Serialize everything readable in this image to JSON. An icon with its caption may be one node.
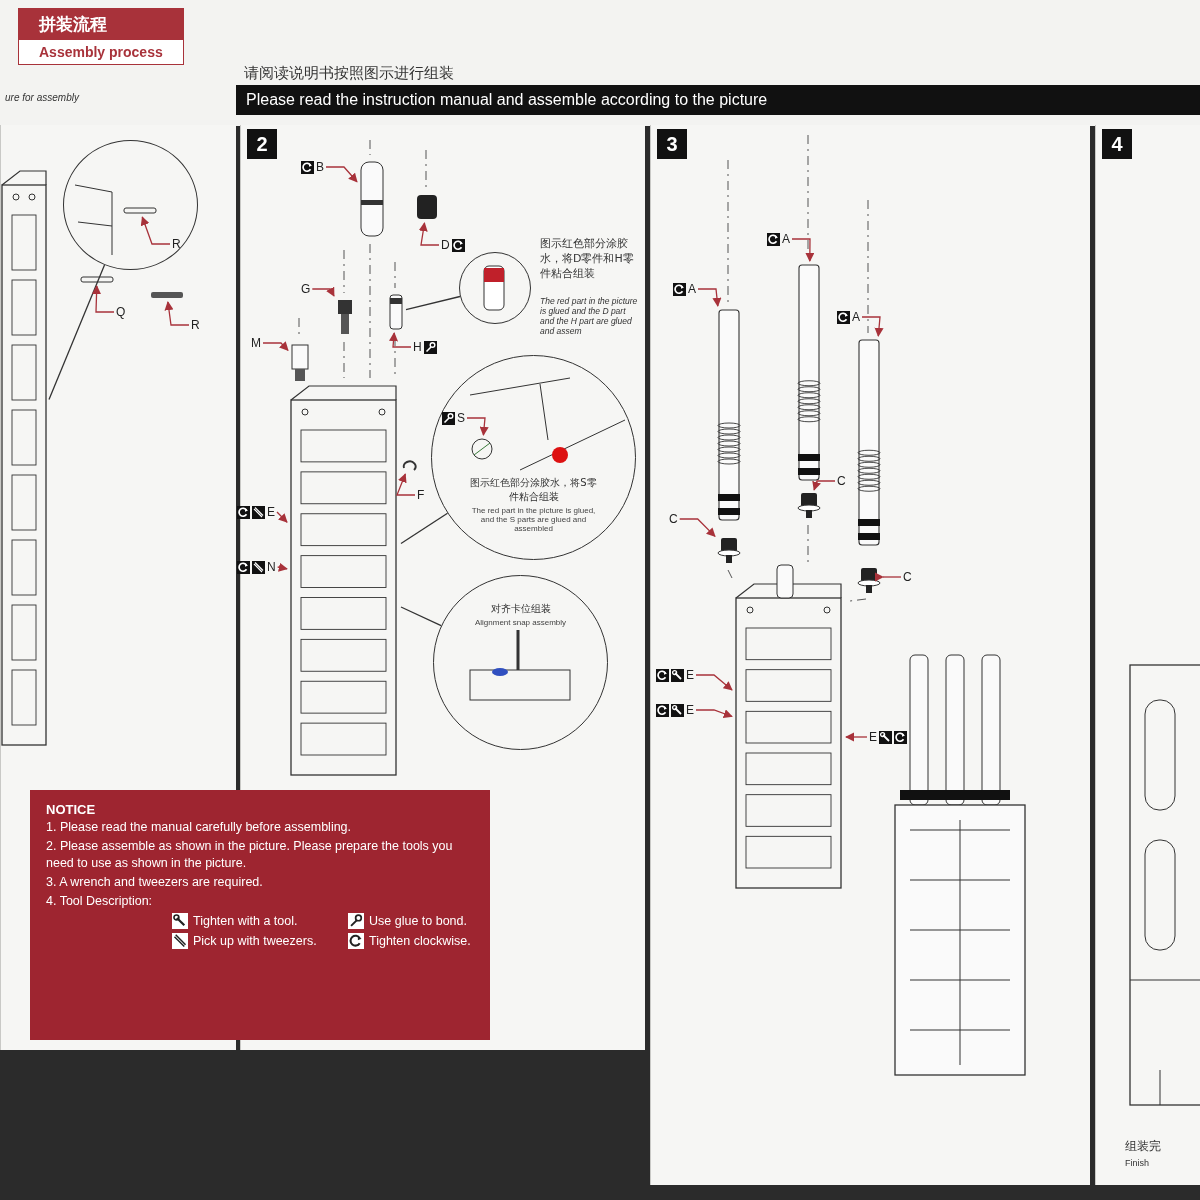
{
  "diagram": {
    "nodes": [
      {
        "text": [
          "拼装流程",
          "Assembly process"
        ]
      },
      {
        "text": [
          "请阅读说明书按照图示进行组装",
          "Please read the instruction manual and assemble according to the picture"
        ]
      },
      {
        "text": [],
        "shape": "box"
      },
      {
        "text": [],
        "shape": "circle",
        "in": 2
      },
      {
        "text": [],
        "shape": "bar",
        "in": 3
      },
      {
        "text": [
          "R"
        ],
        "in": 3
      },
      {
        "text": [],
        "shape": "picture",
        "in": 2
      },
      {
        "text": [],
        "shape": "bar",
        "in": 2
      },
      {
        "text": [
          "Q"
        ],
        "in": 2
      },
      {
        "text": [],
        "shape": "bar",
        "in": 2
      },
      {
        "text": [
          "R"
        ],
        "in": 2
      },
      {
        "text": [
          "2"
        ]
      },
      {
        "text": [],
        "shape": "picture",
        "in": 11
      },
      {
        "text": [
          "B"
        ],
        "in": 11
      },
      {
        "text": [],
        "shape": "box",
        "in": 11
      },
      {
        "text": [
          "D"
        ],
        "in": 11
      },
      {
        "text": [],
        "shape": "picture",
        "in": 11
      },
      {
        "text": [
          "G"
        ],
        "in": 11
      },
      {
        "text": [],
        "shape": "picture",
        "in": 11
      },
      {
        "text": [
          "H"
        ],
        "in": 11
      },
      {
        "text": [],
        "shape": "box",
        "in": 11
      },
      {
        "text": [
          "M"
        ],
        "in": 11
      },
      {
        "text": [],
        "shape": "circle",
        "in": 11
      },
      {
        "text": [
          "图示红色部分涂胶水，将S零件粘合组装",
          "The red part in the picture is glued, and the S parts are glued and assembled"
        ],
        "in": 11
      },
      {
        "text": [],
        "shape": "picture",
        "in": 23
      },
      {
        "text": [
          "S"
        ],
        "in": 23
      },
      {
        "text": [],
        "shape": "picture",
        "in": 11
      },
      {
        "text": [
          "F"
        ],
        "in": 11
      },
      {
        "text": [],
        "shape": "picture",
        "in": 11
      },
      {
        "text": [
          "E"
        ],
        "in": 11
      },
      {
        "text": [
          "N"
        ],
        "in": 11
      },
      {
        "text": [
          "对齐卡位组装",
          "Alignment snap assembly"
        ],
        "in": 11
      },
      {
        "text": [
          "NOTICE",
          "1. Please read the manual carefully before assembling.",
          "2. Please assemble as shown in the picture. Please prepare the tools you need to use as shown in the picture.",
          "3. A wrench and tweezers are required.",
          "4. Tool Description:"
        ]
      },
      {
        "text": [
          "3"
        ]
      },
      {
        "text": [],
        "shape": "picture",
        "in": 33
      },
      {
        "text": [
          "A"
        ],
        "in": 33
      },
      {
        "text": [],
        "shape": "picture",
        "in": 33
      },
      {
        "text": [
          "A"
        ],
        "in": 33
      },
      {
        "text": [],
        "shape": "picture",
        "in": 33
      },
      {
        "text": [
          "A"
        ],
        "in": 33
      },
      {
        "text": [],
        "shape": "picture",
        "in": 33
      },
      {
        "text": [
          "C"
        ],
        "in": 33
      },
      {
        "text": [],
        "shape": "picture",
        "in": 33
      },
      {
        "text": [
          "C"
        ],
        "in": 33
      },
      {
        "text": [],
        "shape": "picture",
        "in": 33
      },
      {
        "text": [
          "C"
        ],
        "in": 33
      },
      {
        "text": [],
        "shape": "picture",
        "in": 33
      },
      {
        "text": [
          "E"
        ],
        "in": 33
      },
      {
        "text": [
          "E"
        ],
        "in": 33
      },
      {
        "text": [
          "E"
        ],
        "in": 33
      },
      {
        "text": [
          "4"
        ]
      }
    ],
    "edges": [
      {
        "from": 3,
        "to": 6,
        "arrow": "none",
        "color": "#333333"
      },
      {
        "from": 5,
        "to": 4,
        "arrow": "to"
      },
      {
        "from": 8,
        "to": 7,
        "arrow": "to"
      },
      {
        "from": 10,
        "to": 9,
        "arrow": "to"
      },
      {
        "from": 13,
        "to": 12,
        "arrow": "to"
      },
      {
        "from": 15,
        "to": 14,
        "arrow": "to"
      },
      {
        "from": 17,
        "to": 16,
        "arrow": "to"
      },
      {
        "from": 19,
        "to": 18,
        "arrow": "to"
      },
      {
        "from": 21,
        "to": 20,
        "arrow": "to"
      },
      {
        "from": 22,
        "to": 18,
        "arrow": "none",
        "color": "#333333"
      },
      {
        "from": 23,
        "to": 28,
        "arrow": "none",
        "color": "#333333"
      },
      {
        "from": 25,
        "to": 24,
        "arrow": "to"
      },
      {
        "from": 27,
        "to": 26,
        "arrow": "to"
      },
      {
        "from": 29,
        "to": 28,
        "arrow": "to"
      },
      {
        "from": 30,
        "to": 28,
        "arrow": "to"
      },
      {
        "from": 31,
        "to": 28,
        "arrow": "none",
        "color": "#333333"
      },
      {
        "from": 35,
        "to": 34,
        "arrow": "to"
      },
      {
        "from": 37,
        "to": 36,
        "arrow": "to"
      },
      {
        "from": 39,
        "to": 38,
        "arrow": "to"
      },
      {
        "from": 41,
        "to": 40,
        "arrow": "to"
      },
      {
        "from": 43,
        "to": 42,
        "arrow": "to"
      },
      {
        "from": 45,
        "to": 44,
        "arrow": "to"
      },
      {
        "from": 47,
        "to": 46,
        "arrow": "to"
      },
      {
        "from": 48,
        "to": 46,
        "arrow": "to"
      },
      {
        "from": 49,
        "to": 46,
        "arrow": "to"
      }
    ],
    "labels": [
      "ure for assembly",
      "图示红色部分涂胶水，将D零件和H零件粘合组装",
      "The red part in the picture is glued and the D part and the H part are glued and assem",
      "组装完",
      "Finish"
    ],
    "legend": [
      {
        "text": "Tighten with a tool."
      },
      {
        "text": "Pick up with tweezers."
      },
      {
        "text": "Use glue to bond."
      },
      {
        "text": "Tighten clockwise."
      }
    ]
  }
}
